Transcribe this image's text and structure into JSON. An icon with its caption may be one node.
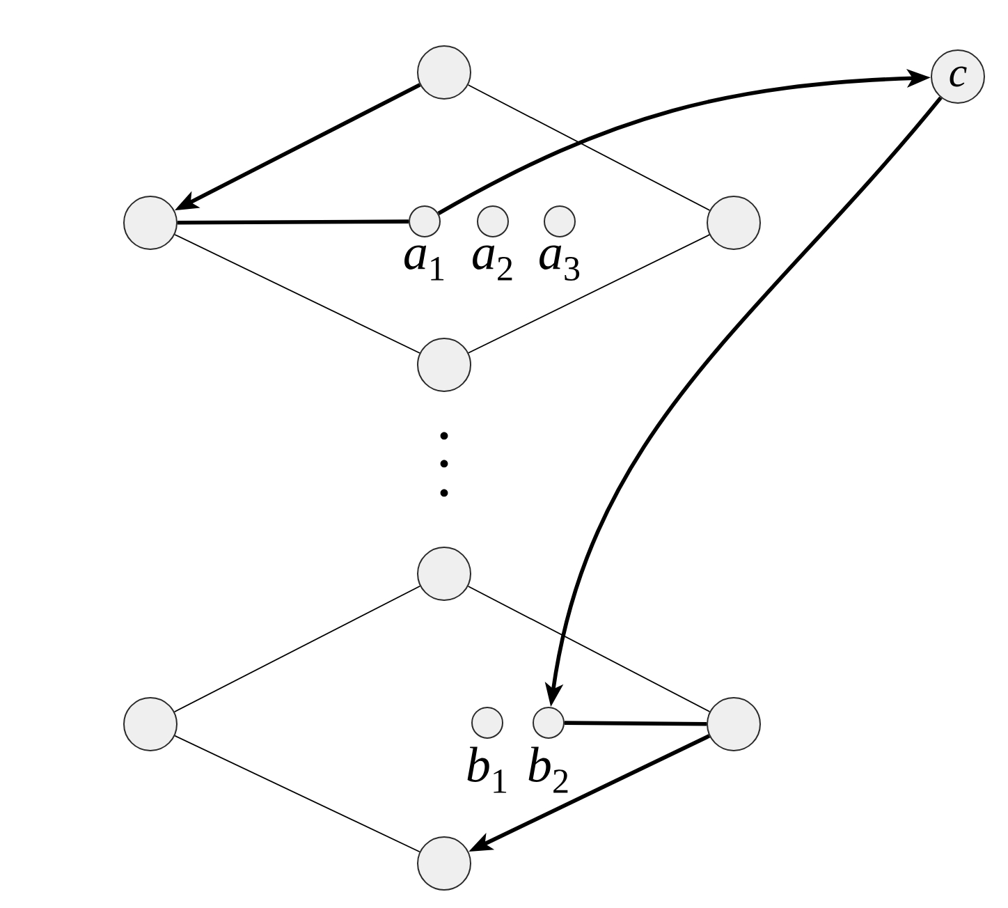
{
  "diagram": {
    "nodes": [
      {
        "text": [],
        "shape": "circle"
      },
      {
        "text": [
          "c"
        ]
      },
      {
        "text": [],
        "shape": "circle"
      },
      {
        "text": [],
        "shape": "circle",
        "beside": [
          "*a*$_{1}$"
        ]
      },
      {
        "text": [],
        "shape": "circle",
        "beside": [
          "*a*$_{2}$"
        ]
      },
      {
        "text": [],
        "shape": "circle",
        "beside": [
          "*a*$_{3}$"
        ]
      },
      {
        "text": [],
        "shape": "circle"
      },
      {
        "text": [],
        "shape": "circle"
      },
      {
        "text": [],
        "shape": "circle"
      },
      {
        "text": [],
        "shape": "circle"
      },
      {
        "text": [],
        "shape": "circle",
        "beside": [
          "*b*$_{1}$"
        ]
      },
      {
        "text": [],
        "shape": "circle",
        "beside": [
          "*b*$_{2}$"
        ]
      },
      {
        "text": [],
        "shape": "circle"
      },
      {
        "text": [],
        "shape": "circle"
      }
    ],
    "edges": [
      {
        "from": 0,
        "to": 2,
        "arrow": "to",
        "style": "thick"
      },
      {
        "from": 0,
        "to": 6,
        "arrow": "none"
      },
      {
        "from": 2,
        "to": 7,
        "arrow": "none"
      },
      {
        "from": 6,
        "to": 7,
        "arrow": "none"
      },
      {
        "from": 2,
        "to": 3,
        "arrow": "none",
        "style": "thick"
      },
      {
        "from": 3,
        "to": 1,
        "arrow": "to",
        "style": "thick"
      },
      {
        "from": 1,
        "to": 11,
        "arrow": "to",
        "style": "thick"
      },
      {
        "from": 11,
        "to": 12,
        "arrow": "none",
        "style": "thick"
      },
      {
        "from": 12,
        "to": 13,
        "arrow": "to",
        "style": "thick"
      },
      {
        "from": 8,
        "to": 9,
        "arrow": "none"
      },
      {
        "from": 8,
        "to": 12,
        "arrow": "none"
      },
      {
        "from": 9,
        "to": 13,
        "arrow": "none"
      }
    ]
  }
}
